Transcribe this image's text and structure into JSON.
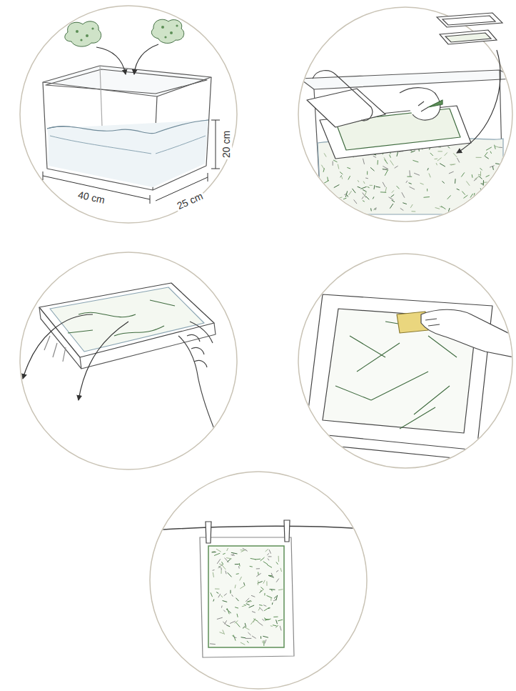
{
  "diagram": {
    "labels": [
      "40 cm",
      "25 cm",
      "20 cm"
    ]
  }
}
